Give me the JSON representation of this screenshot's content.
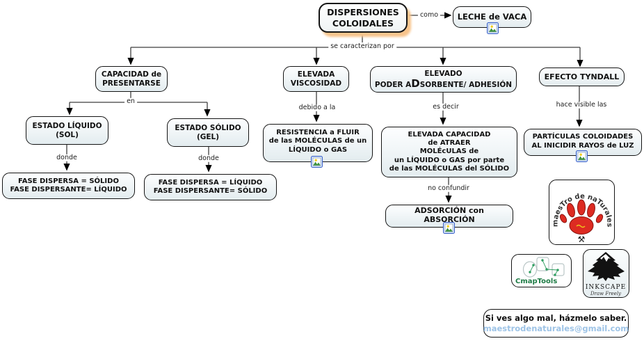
{
  "labels": {
    "como": "como",
    "se_caracterizan_por": "se caracterizan por",
    "en": "en",
    "donde_left": "donde",
    "donde_right": "donde",
    "debido_a_la": "debido a la",
    "es_decir": "es decir",
    "no_confundir": "no confundir",
    "hace_visible_las": "hace visible las"
  },
  "nodes": {
    "dispersiones": "DISPERSIONES\nCOLOIDALES",
    "leche": "LECHE de VACA",
    "capacidad": "CAPACIDAD de\nPRESENTARSE",
    "viscosidad": "ELEVADA\nVISCOSIDAD",
    "poder_line1": "ELEVADO",
    "poder_line2_pre": "PODER A",
    "poder_line2_d": "D",
    "poder_line2_post": "SORBENTE/ ADHESIÓN",
    "tyndall": "EFECTO TYNDALL",
    "estado_liquido": "ESTADO LÍQUIDO\n(SOL)",
    "estado_solido": "ESTADO SÓLIDO\n(GEL)",
    "fase_sol": "FASE DISPERSA = SÓLIDO\nFASE DISPERSANTE= LÍQUIDO",
    "fase_gel": "FASE DISPERSA = LÍQUIDO\nFASE DISPERSANTE= SÓLIDO",
    "resistencia": "RESISTENCIA a FLUIR\nde las MOLÉCULAS de un\nLÍQUIDO o GAS",
    "capacidad_atraer": "ELEVADA CAPACIDAD\nde ATRAER\nMOLÉcULAS de\nun LÍQUIDO o GAS por parte\nde las MOLÉCULAS del SÓLIDO",
    "adsorcion": "ADSORCIÓN con ABSORCIÓN",
    "particulas": "PARTÍCULAS COLOIDADES\nAL INICIDIR RAYOS de LUZ"
  },
  "logos": {
    "maestro_text": "maesTro de naTurales",
    "hammers_icon": "⚒",
    "cmaptools": "CmapTools",
    "inkscape_name": "INKSCAPE",
    "inkscape_tagline": "Draw Freely"
  },
  "footer": {
    "line1": "Si ves algo mal, házmelo saber.",
    "email": "maestrodenaturales@gmail.com"
  },
  "colors": {
    "highlight_glow": "#F8C48C",
    "email_blue": "#9DC3E6",
    "cmap_green": "#1E7B45",
    "paw_red": "#DD2B22",
    "line": "#3F3F3F"
  }
}
